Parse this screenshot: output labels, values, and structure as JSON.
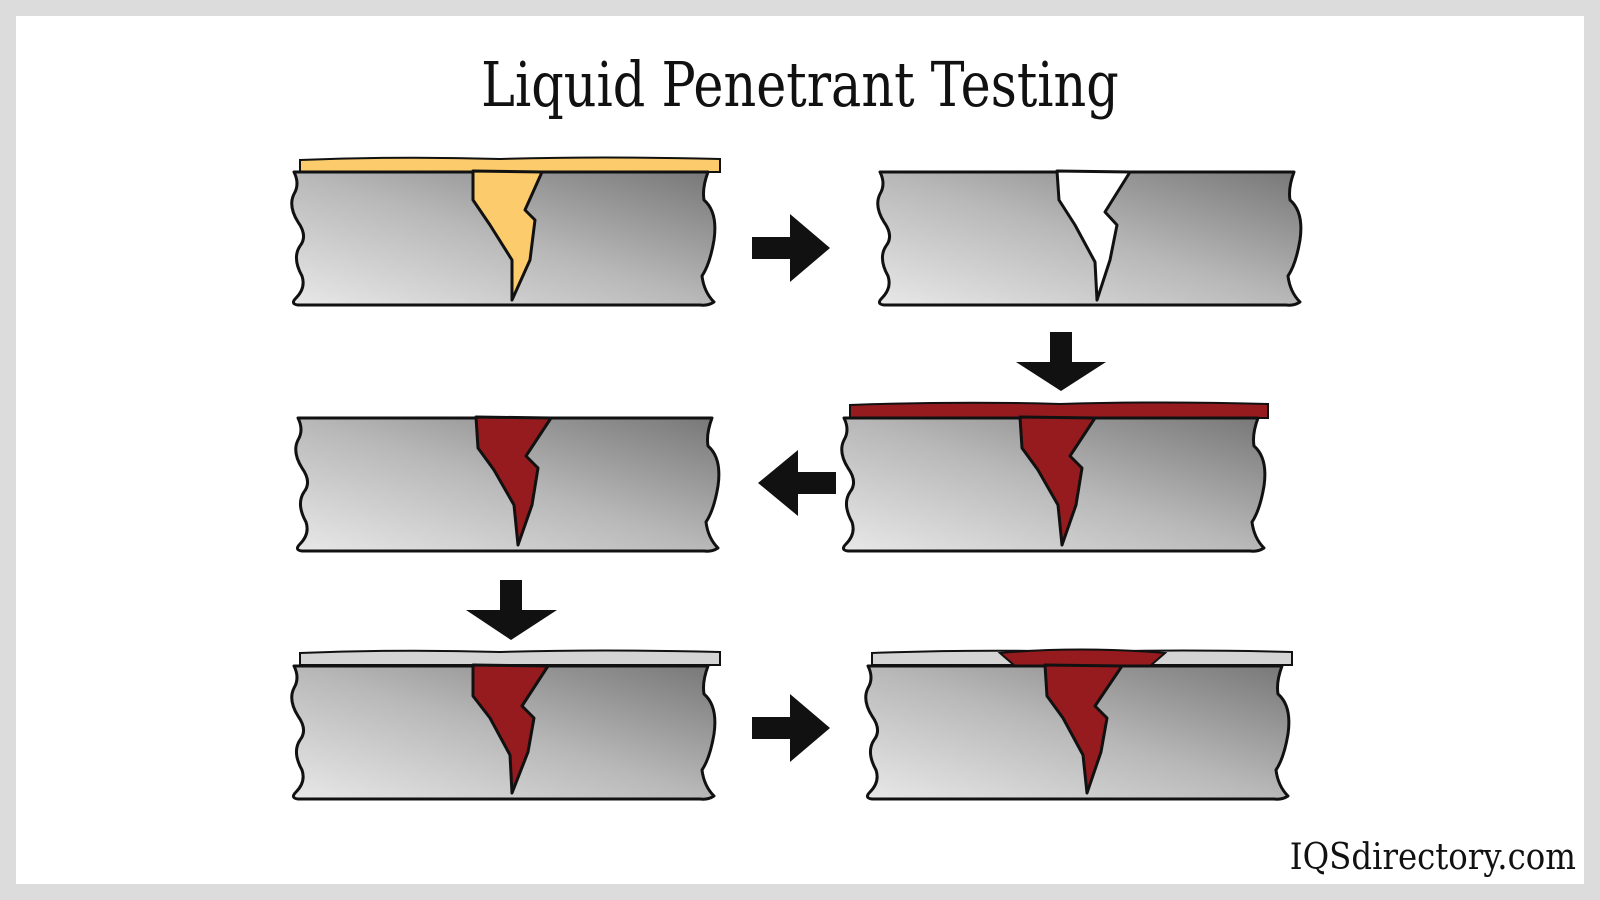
{
  "diagram": {
    "title": "Liquid Penetrant Testing",
    "watermark": "IQSdirectory.com",
    "colors": {
      "background": "#ffffff",
      "frame": "#dcdcdc",
      "penetrant_yellow": "#fccb6b",
      "dye_red": "#961b1e",
      "developer_layer": "#cfcfcf",
      "metal_light": "#e6e6e6",
      "metal_dark": "#7a7a7a",
      "outline": "#111111"
    },
    "steps": [
      {
        "name": "penetrant-applied",
        "surface_layer": "yellow",
        "crack_fill": "yellow"
      },
      {
        "name": "surface-cleaned",
        "surface_layer": "none",
        "crack_fill": "empty"
      },
      {
        "name": "red-dye-applied",
        "surface_layer": "red",
        "crack_fill": "red"
      },
      {
        "name": "excess-dye-removed",
        "surface_layer": "none",
        "crack_fill": "red"
      },
      {
        "name": "developer-applied",
        "surface_layer": "grey",
        "crack_fill": "red"
      },
      {
        "name": "indication-visible",
        "surface_layer": "grey-with-red-bleed",
        "crack_fill": "red"
      }
    ],
    "flow": [
      "right",
      "down",
      "left",
      "down",
      "right"
    ]
  }
}
